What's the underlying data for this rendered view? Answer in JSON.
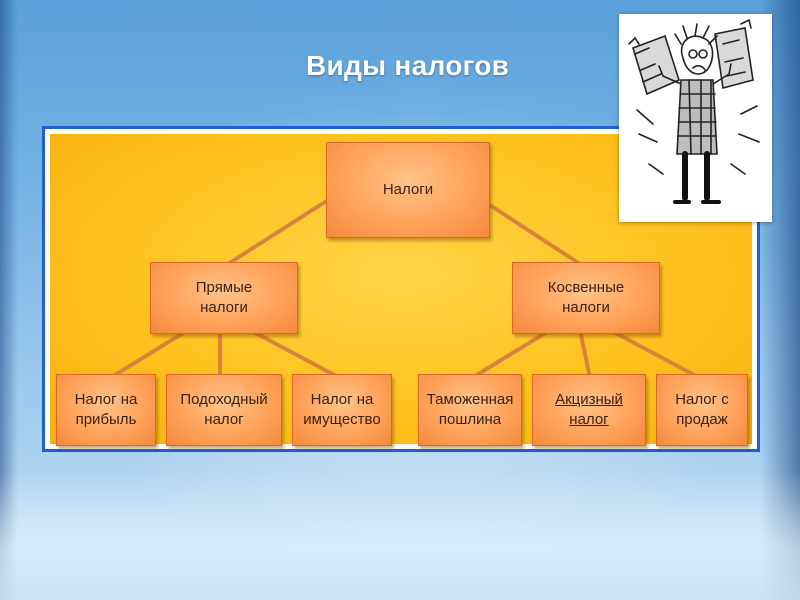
{
  "title": "Виды налогов",
  "diagram": {
    "root": {
      "label": "Налоги"
    },
    "groups": [
      {
        "label": "Прямые\nналоги",
        "children": [
          "Налог на\nприбыль",
          "Подоходный\nналог",
          "Налог на\nимущество"
        ]
      },
      {
        "label": "Косвенные\nналоги",
        "children": [
          "Таможенная\nпошлина",
          "Акцизный\nналог",
          "Налог с\nпродаж"
        ]
      }
    ]
  },
  "colors": {
    "diagram_background": "#ffc21f",
    "node_fill": "#ffa25a",
    "connector": "#d9823b",
    "frame_border": "#1f5fcf"
  },
  "illustration": {
    "icon": "taxpayer-cartoon-icon"
  }
}
